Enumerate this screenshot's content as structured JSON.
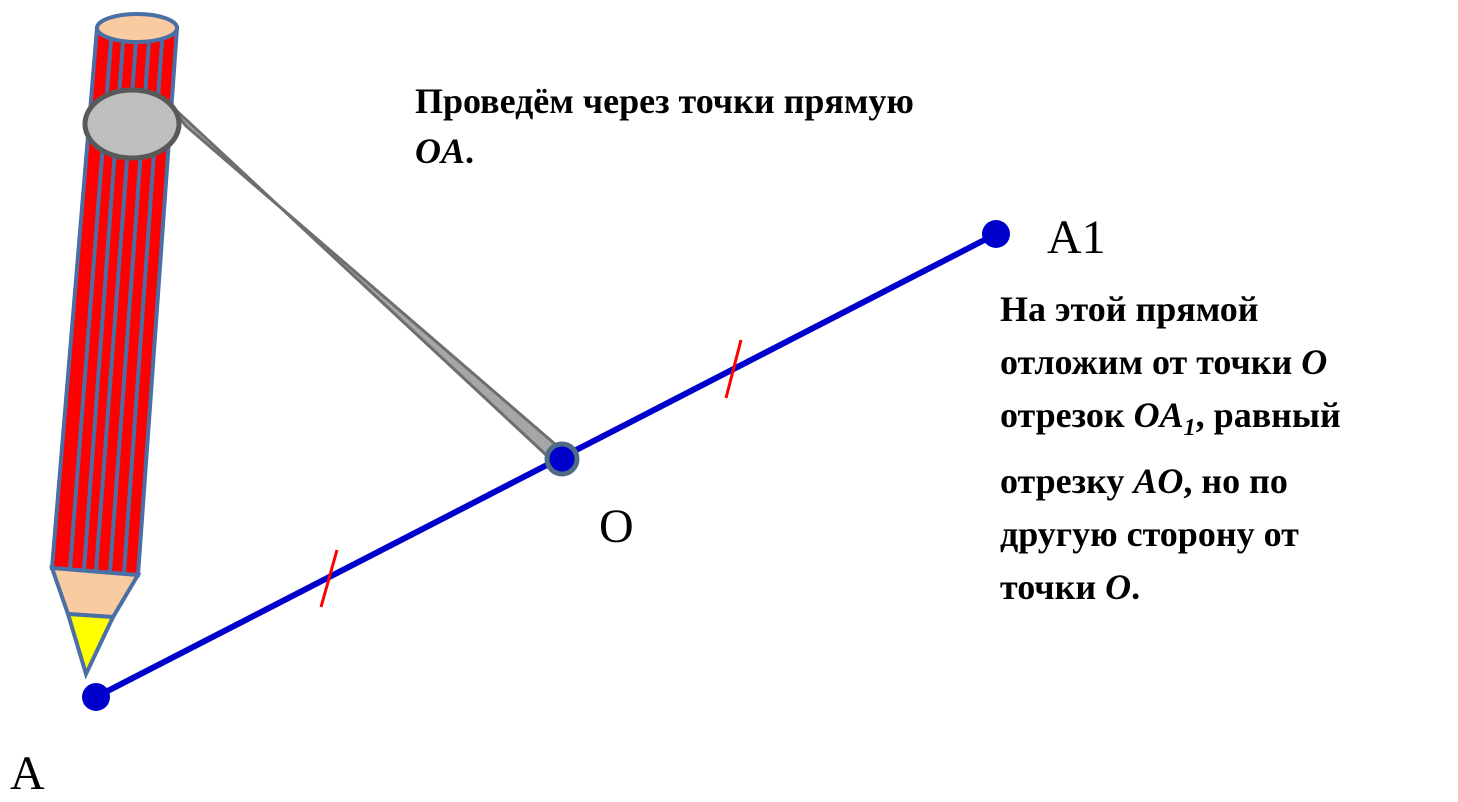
{
  "points": {
    "a": "A",
    "o": "O",
    "a1": "A1"
  },
  "caption_top": {
    "line1": "Проведём через точки прямую",
    "oa": "OA",
    "period": "."
  },
  "caption_right": {
    "l1": "На этой прямой",
    "l2_text": "отложим от точки ",
    "l2_var": "O",
    "l3_text": "отрезок ",
    "l3_var": "OA",
    "l3_sub": "1",
    "l3_rest": ", равный",
    "l4_text": "отрезку ",
    "l4_var": "AO",
    "l4_rest": ", но по",
    "l5": "другую сторону от",
    "l6_text": "точки ",
    "l6_var": "O",
    "l6_rest": "."
  },
  "colors": {
    "line": "#0000cc",
    "point": "#0000cc",
    "tick": "#ff0000",
    "pencil_body": "#ff0000",
    "pencil_stripes": "#4a6fa5",
    "pencil_wood": "#f8cba0",
    "pencil_lead": "#ffff00",
    "compass_arm": "#a6a6a6",
    "compass_hinge": "#bfbfbf"
  }
}
